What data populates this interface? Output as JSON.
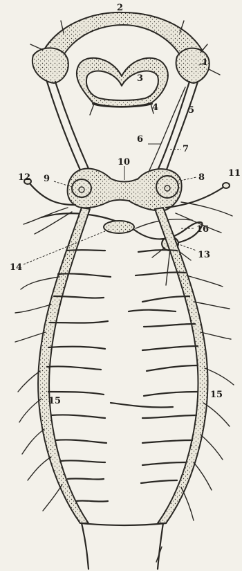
{
  "labels": {
    "l1": "1",
    "l2": "2",
    "l3": "3",
    "l4": "4",
    "l5": "5",
    "l6": "6",
    "l7": "7",
    "l8": "8",
    "l9": "9",
    "l10": "10",
    "l11": "11",
    "l12": "12",
    "l13": "13",
    "l14": "14",
    "l15a": "15",
    "l15b": "15",
    "l16": "16"
  }
}
